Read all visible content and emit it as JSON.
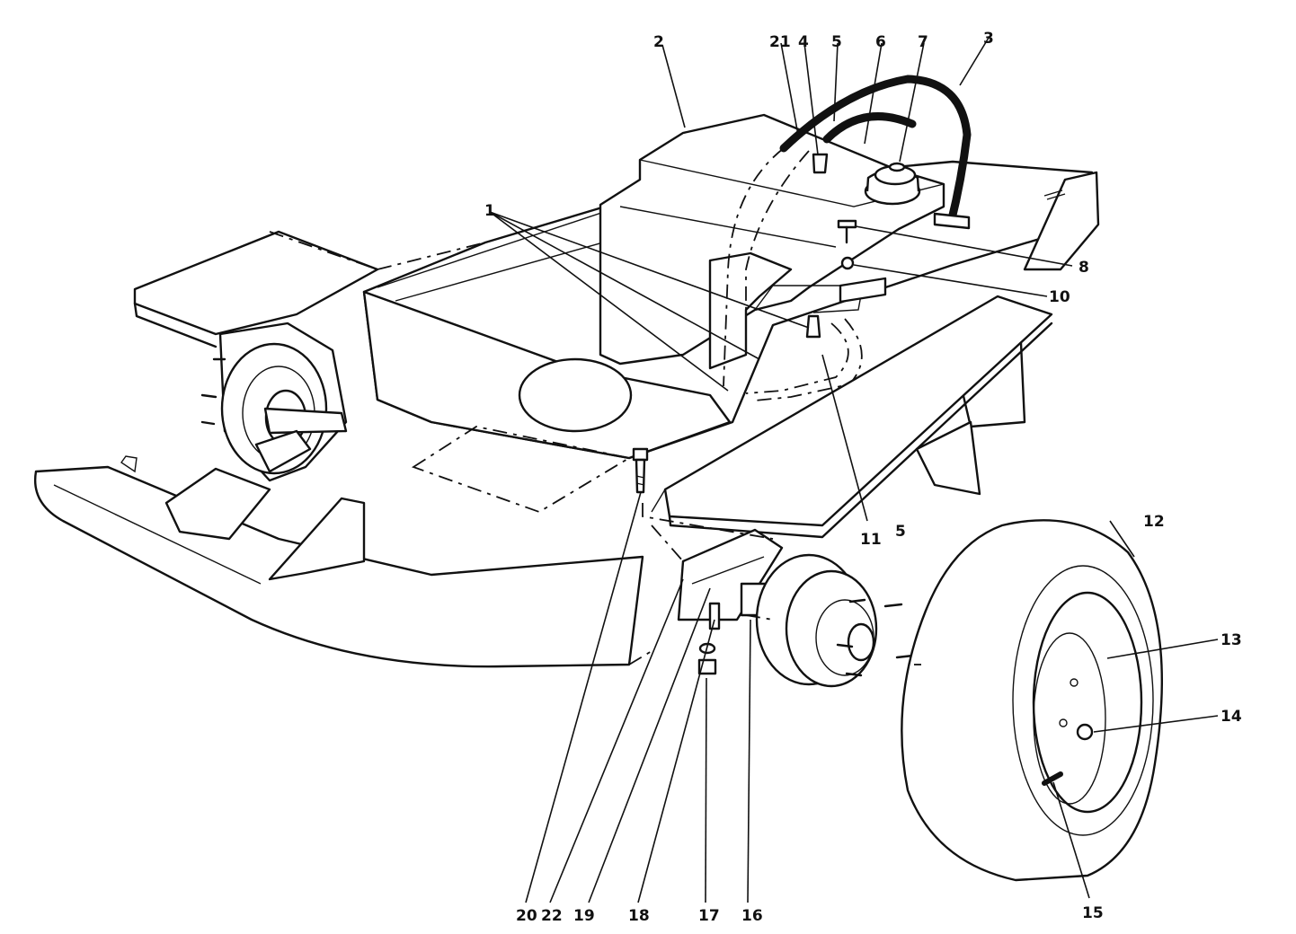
{
  "diagram": {
    "callouts": [
      {
        "id": "c1",
        "label": "1"
      },
      {
        "id": "c2",
        "label": "2"
      },
      {
        "id": "c3",
        "label": "3"
      },
      {
        "id": "c4",
        "label": "4"
      },
      {
        "id": "c5a",
        "label": "5"
      },
      {
        "id": "c5b",
        "label": "5"
      },
      {
        "id": "c6",
        "label": "6"
      },
      {
        "id": "c7",
        "label": "7"
      },
      {
        "id": "c8",
        "label": "8"
      },
      {
        "id": "c10",
        "label": "10"
      },
      {
        "id": "c11",
        "label": "11"
      },
      {
        "id": "c12",
        "label": "12"
      },
      {
        "id": "c13",
        "label": "13"
      },
      {
        "id": "c14",
        "label": "14"
      },
      {
        "id": "c15",
        "label": "15"
      },
      {
        "id": "c16",
        "label": "16"
      },
      {
        "id": "c17",
        "label": "17"
      },
      {
        "id": "c18",
        "label": "18"
      },
      {
        "id": "c19",
        "label": "19"
      },
      {
        "id": "c20",
        "label": "20"
      },
      {
        "id": "c21",
        "label": "21"
      },
      {
        "id": "c22",
        "label": "22"
      }
    ]
  }
}
